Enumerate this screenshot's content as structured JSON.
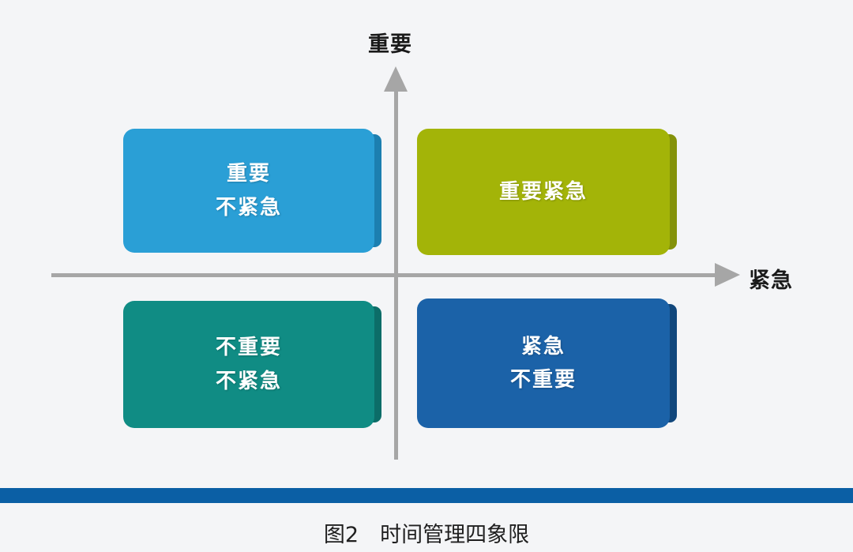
{
  "figure": {
    "caption": "图2　时间管理四象限",
    "background_color": "#f4f5f7"
  },
  "axes": {
    "vertical": {
      "label": "重要",
      "icon": "arrow-up-icon",
      "color": "#a6a6a6"
    },
    "horizontal": {
      "label": "紧急",
      "icon": "arrow-right-icon",
      "color": "#a6a6a6"
    }
  },
  "quadrants": [
    {
      "id": "important-not-urgent",
      "position": "top-left",
      "lines": [
        "重要",
        "不紧急"
      ],
      "fill": "#2a9fd6",
      "edge": "#1c7fb0",
      "text_color": "#ffffff"
    },
    {
      "id": "important-urgent",
      "position": "top-right",
      "lines": [
        "重要紧急"
      ],
      "fill": "#a3b408",
      "edge": "#84920a",
      "text_color": "#ffffff"
    },
    {
      "id": "not-important-not-urgent",
      "position": "bottom-left",
      "lines": [
        "不重要",
        "不紧急"
      ],
      "fill": "#108c84",
      "edge": "#0c6d68",
      "text_color": "#ffffff"
    },
    {
      "id": "urgent-not-important",
      "position": "bottom-right",
      "lines": [
        "紧急",
        "不重要"
      ],
      "fill": "#1b62a8",
      "edge": "#11477c",
      "text_color": "#ffffff"
    }
  ],
  "decorations": {
    "bottom_bar_color": "#0b5fa5"
  }
}
